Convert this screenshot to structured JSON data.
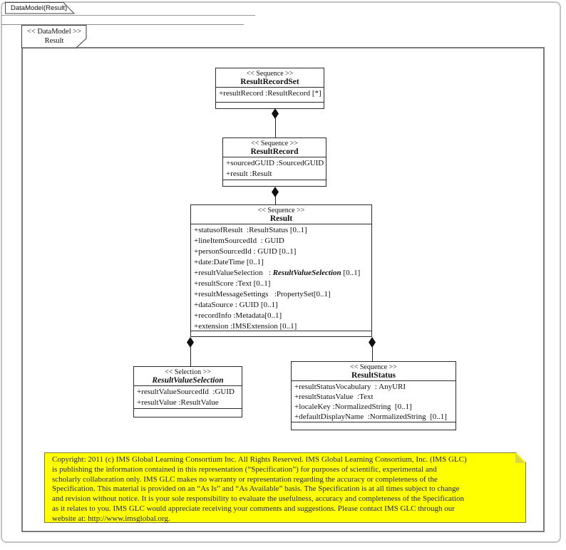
{
  "window": {
    "tab_label": "DataModel(Result)"
  },
  "frame": {
    "stereotype": "<< DataModel >>",
    "name": "Result"
  },
  "classes": [
    {
      "id": "result-record-set",
      "stereotype": "<< Sequence >>",
      "name": "ResultRecordSet",
      "attributes": [
        "+resultRecord :ResultRecord [*]"
      ]
    },
    {
      "id": "result-record",
      "stereotype": "<< Sequence >>",
      "name": "ResultRecord",
      "attributes": [
        "+sourcedGUID :SourcedGUID",
        "+result :Result"
      ]
    },
    {
      "id": "result",
      "stereotype": "<< Sequence >>",
      "name": "Result",
      "attributes": [
        "+statusofResult  :ResultStatus [0..1]",
        "+lineItemSourcedId  : GUID",
        "+personSourcedId : GUID [0..1]",
        "+date:DateTime [0..1]",
        {
          "prefix": "+resultValueSelection   : ",
          "type": "ResultValueSelection",
          "suffix": " [0..1]"
        },
        "+resultScore :Text [0..1]",
        "+resultMessageSettings   :PropertySet[0..1]",
        "+dataSource : GUID [0..1]",
        "+recordInfo :Metadata[0..1]",
        "+extension :IMSExtension [0..1]"
      ]
    },
    {
      "id": "result-value-selection",
      "stereotype": "<< Selection >>",
      "name": "ResultValueSelection",
      "attributes": [
        "+resultValueSourcedId  :GUID",
        "+resultValue :ResultValue"
      ]
    },
    {
      "id": "result-status",
      "stereotype": "<< Sequence >>",
      "name": "ResultStatus",
      "attributes": [
        "+resultStatusVocabulary  : AnyURI",
        "+resultStatusValue  :Text",
        "+localeKey :NormalizedString  [0..1]",
        "+defaultDisplayName  :NormalizedString  [0..1]"
      ]
    }
  ],
  "relations": [
    {
      "type": "composition",
      "whole": "ResultRecordSet",
      "part": "ResultRecord"
    },
    {
      "type": "composition",
      "whole": "ResultRecord",
      "part": "Result"
    },
    {
      "type": "composition",
      "whole": "Result",
      "part": "ResultValueSelection"
    },
    {
      "type": "composition",
      "whole": "Result",
      "part": "ResultStatus"
    }
  ],
  "note": {
    "text": "Copyright: 2011 (c) IMS Global Learning Consortium Inc.  All Rights Reserved.  IMS Global Learning Consortium, Inc. (IMS GLC)\nis publishing the information contained in this representation (“Specification”) for purposes of scientific, experimental and\nscholarly collaboration only.  IMS GLC makes no warranty or representation regarding  the accuracy or completeness of the\nSpecification.  This material is provided on an “As Is” and “As Available” basis.  The Specification is at all times subject to change\nand revision without notice.  It is your sole responsibility to evaluate the usefulness, accuracy and completeness of the Specification\nas it relates to you.  IMS GLC would appreciate receiving your comments and suggestions.  Please contact IMS GLC through our\nwebsite at: http://www.imsglobal.org."
  },
  "colors": {
    "note_bg": "#ffff00",
    "note_border": "#7d7d3a",
    "note_text": "#1f1f5e",
    "frame_border": "#7b7b7b",
    "box_border": "#2b2b2b"
  }
}
